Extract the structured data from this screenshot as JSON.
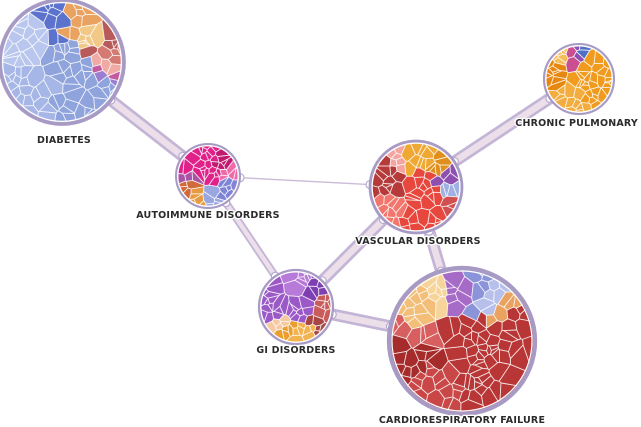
{
  "diagram": {
    "nodes": [
      {
        "id": "diabetes",
        "label": "DIABETES",
        "palette": [
          "#8fa3dc",
          "#a6b6e6",
          "#b9c6ee",
          "#5b73cc",
          "#e9a25f",
          "#f2c887",
          "#b85a5a",
          "#d47a73",
          "#f0a9a3",
          "#c45ba0",
          "#9a7fd0"
        ],
        "weights": [
          22,
          20,
          18,
          10,
          8,
          7,
          5,
          4,
          3,
          2,
          1
        ]
      },
      {
        "id": "autoimmune",
        "label": "AUTOIMMUNE DISORDERS",
        "palette": [
          "#e0218a",
          "#c0176f",
          "#f06aa9",
          "#7f84d6",
          "#9aa6e0",
          "#e79b40",
          "#d06a3a",
          "#a855a5"
        ],
        "weights": [
          30,
          12,
          10,
          14,
          10,
          10,
          8,
          6
        ]
      },
      {
        "id": "chronic-pulmonary",
        "label": "CHRONIC PULMONARY",
        "palette": [
          "#f09a1e",
          "#f3ad3e",
          "#e6870f",
          "#f6bd59",
          "#c94f91",
          "#8e4fb0",
          "#4f6fc6"
        ],
        "weights": [
          40,
          22,
          18,
          10,
          4,
          3,
          3
        ]
      },
      {
        "id": "vascular",
        "label": "VASCULAR DISORDERS",
        "palette": [
          "#e8473d",
          "#f2766b",
          "#b63a3a",
          "#f5a5a0",
          "#f0a834",
          "#e08f1c",
          "#8e4fb0",
          "#9fb0e2",
          "#d14f4f"
        ],
        "weights": [
          22,
          14,
          16,
          8,
          14,
          8,
          6,
          6,
          6
        ]
      },
      {
        "id": "gi",
        "label": "GI DISORDERS",
        "palette": [
          "#9b59c8",
          "#b77ad8",
          "#7d3fb2",
          "#c95b5b",
          "#a84545",
          "#f2b24f",
          "#e99e2e",
          "#f6c9a0"
        ],
        "weights": [
          26,
          14,
          10,
          14,
          8,
          12,
          8,
          8
        ]
      },
      {
        "id": "cardiorespiratory",
        "label": "CARDIORESPIRATORY FAILURE",
        "palette": [
          "#b93636",
          "#c94747",
          "#a62b2b",
          "#d85f5f",
          "#f2be78",
          "#f6d49a",
          "#a66bc7",
          "#8b94d9",
          "#b6c0ea",
          "#e9a25f"
        ],
        "weights": [
          34,
          14,
          10,
          6,
          10,
          6,
          6,
          5,
          5,
          4
        ]
      }
    ],
    "edges": [
      {
        "from": "diabetes",
        "to": "autoimmune",
        "weight": 3
      },
      {
        "from": "autoimmune",
        "to": "vascular",
        "weight": 1
      },
      {
        "from": "autoimmune",
        "to": "gi",
        "weight": 2
      },
      {
        "from": "chronic-pulmonary",
        "to": "vascular",
        "weight": 3
      },
      {
        "from": "gi",
        "to": "vascular",
        "weight": 3
      },
      {
        "from": "gi",
        "to": "cardiorespiratory",
        "weight": 3
      },
      {
        "from": "vascular",
        "to": "cardiorespiratory",
        "weight": 3
      }
    ]
  }
}
